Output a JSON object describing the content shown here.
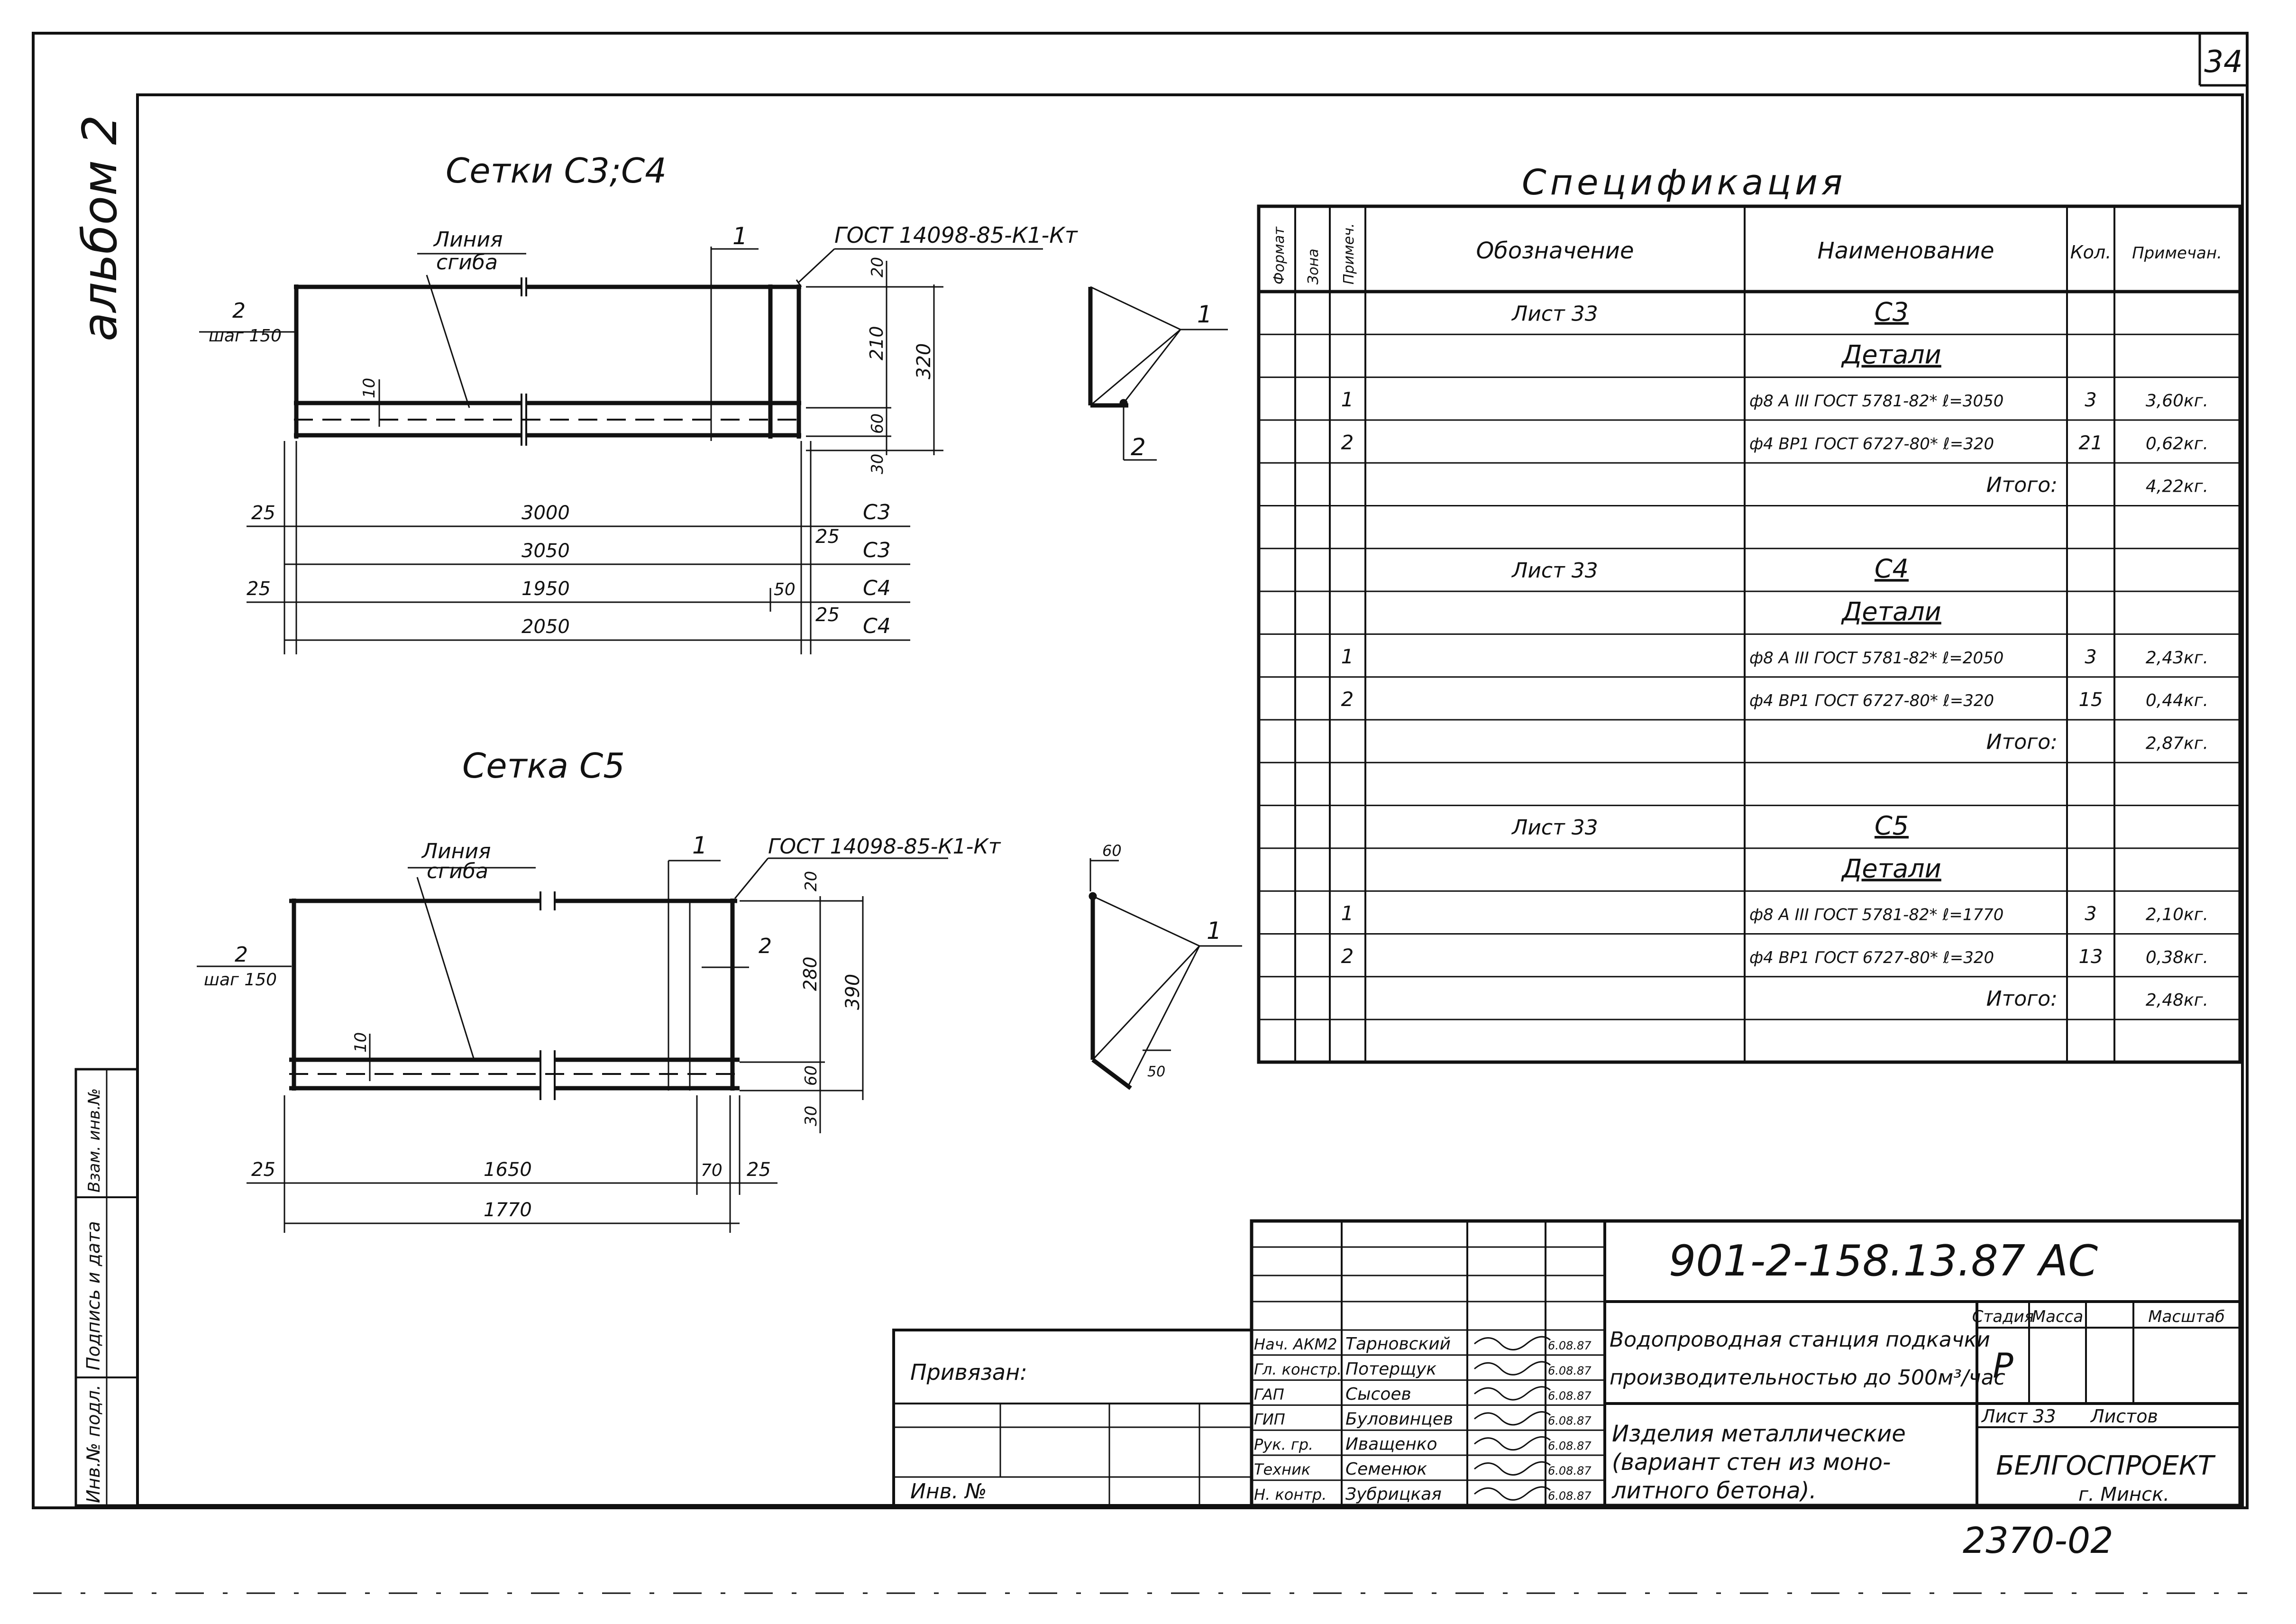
{
  "sheet_number": "34",
  "margin_note": "альбом 2",
  "left_column": [
    "Инв.№ подл.",
    "Подпись и дата",
    "Взам. инв.№"
  ],
  "drawing_c3c4": {
    "title": "Сетки С3;С4",
    "bend_line_label": [
      "Линия",
      "сгиба"
    ],
    "pitch_label": [
      "2",
      "шаг 150"
    ],
    "section_mark": "1",
    "gost": "ГОСТ 14098-85-К1-Кт",
    "dims_vertical": [
      "20",
      "210",
      "60",
      "30",
      "320"
    ],
    "dim_10": "10",
    "rows": [
      {
        "left": "25",
        "mid": "3000",
        "right": "25",
        "label": "С3"
      },
      {
        "left": "",
        "mid": "3050",
        "right": "",
        "label": "С3"
      },
      {
        "left": "25",
        "mid": "1950",
        "right": "25",
        "extra": "50",
        "label": "С4"
      },
      {
        "left": "",
        "mid": "2050",
        "right": "",
        "label": "С4"
      }
    ]
  },
  "drawing_c5": {
    "title": "Сетка С5",
    "bend_line_label": [
      "Линия",
      "сгиба"
    ],
    "pitch_label": [
      "2",
      "шаг 150"
    ],
    "section_mark": "1",
    "gost": "ГОСТ 14098-85-К1-Кт",
    "mark_2": "2",
    "dims_vertical": [
      "20",
      "280",
      "60",
      "30",
      "390"
    ],
    "dim_10": "10",
    "bottom": {
      "left": "25",
      "mid": "1650",
      "seg": "70",
      "right": "25",
      "total": "1770"
    }
  },
  "section1": {
    "label_1": "1",
    "label_2": "2"
  },
  "section2": {
    "label_1": "1",
    "dim_top": "60",
    "dim_bottom": "50"
  },
  "spec": {
    "title": "Спецификация",
    "headers": [
      "Формат",
      "Зона",
      "Примеч.",
      "Обозначение",
      "Наименование",
      "Кол.",
      "Примечан."
    ],
    "rows": [
      {
        "pos": "",
        "oboz": "Лист 33",
        "name": "С3",
        "kol": "",
        "prim": "",
        "u": true
      },
      {
        "pos": "",
        "oboz": "",
        "name": "Детали",
        "kol": "",
        "prim": "",
        "u": true
      },
      {
        "pos": "1",
        "oboz": "",
        "name": "ф8 А III  ГОСТ 5781-82* ℓ=3050",
        "kol": "3",
        "prim": "3,60кг."
      },
      {
        "pos": "2",
        "oboz": "",
        "name": "ф4 ВР1 ГОСТ 6727-80* ℓ=320",
        "kol": "21",
        "prim": "0,62кг."
      },
      {
        "pos": "",
        "oboz": "",
        "name": "Итого:",
        "kol": "",
        "prim": "4,22кг.",
        "right": true
      },
      {
        "pos": "",
        "oboz": "",
        "name": "",
        "kol": "",
        "prim": ""
      },
      {
        "pos": "",
        "oboz": "Лист 33",
        "name": "С4",
        "kol": "",
        "prim": "",
        "u": true
      },
      {
        "pos": "",
        "oboz": "",
        "name": "Детали",
        "kol": "",
        "prim": "",
        "u": true
      },
      {
        "pos": "1",
        "oboz": "",
        "name": "ф8 А III ГОСТ 5781-82*  ℓ=2050",
        "kol": "3",
        "prim": "2,43кг."
      },
      {
        "pos": "2",
        "oboz": "",
        "name": "ф4 ВР1 ГОСТ 6727-80* ℓ=320",
        "kol": "15",
        "prim": "0,44кг."
      },
      {
        "pos": "",
        "oboz": "",
        "name": "Итого:",
        "kol": "",
        "prim": "2,87кг.",
        "right": true
      },
      {
        "pos": "",
        "oboz": "",
        "name": "",
        "kol": "",
        "prim": ""
      },
      {
        "pos": "",
        "oboz": "Лист 33",
        "name": "С5",
        "kol": "",
        "prim": "",
        "u": true
      },
      {
        "pos": "",
        "oboz": "",
        "name": "Детали",
        "kol": "",
        "prim": "",
        "u": true
      },
      {
        "pos": "1",
        "oboz": "",
        "name": "ф8 А III ГОСТ 5781-82* ℓ=1770",
        "kol": "3",
        "prim": "2,10кг."
      },
      {
        "pos": "2",
        "oboz": "",
        "name": "ф4 ВР1 ГОСТ 6727-80* ℓ=320",
        "kol": "13",
        "prim": "0,38кг."
      },
      {
        "pos": "",
        "oboz": "",
        "name": "Итого:",
        "kol": "",
        "prim": "2,48кг.",
        "right": true
      },
      {
        "pos": "",
        "oboz": "",
        "name": "",
        "kol": "",
        "prim": ""
      }
    ]
  },
  "title_block": {
    "doc_code": "901-2-158.13.87    АС",
    "privyazan": "Привязан:",
    "inv": "Инв. №",
    "roles": [
      {
        "role": "Нач. АКМ2",
        "name": "Тарновский",
        "date": "6.08.87"
      },
      {
        "role": "Гл. констр.",
        "name": "Потерщук",
        "date": "6.08.87"
      },
      {
        "role": "ГАП",
        "name": "Сысоев",
        "date": "6.08.87"
      },
      {
        "role": "ГИП",
        "name": "Буловинцев",
        "date": "6.08.87"
      },
      {
        "role": "Рук. гр.",
        "name": "Иващенко",
        "date": "6.08.87"
      },
      {
        "role": "Техник",
        "name": "Семенюк",
        "date": "6.08.87"
      },
      {
        "role": "Н. контр.",
        "name": "Зубрицкая",
        "date": "6.08.87"
      }
    ],
    "project_title": [
      "Водопроводная станция подкачки",
      "производительностью до 500м³/час"
    ],
    "sheet_title": [
      "Изделия   металлические",
      "(вариант  стен  из  моно-",
      " литного   бетона)."
    ],
    "stage_header": "Стадия",
    "mass_header": "Масса",
    "scale_header": "Масштаб",
    "stage": "Р",
    "sheet": "Лист 33",
    "sheets": "Листов",
    "org": "БЕЛГОСПРОЕКТ",
    "city": "г. Минск.",
    "footer_code": "2370-02"
  }
}
